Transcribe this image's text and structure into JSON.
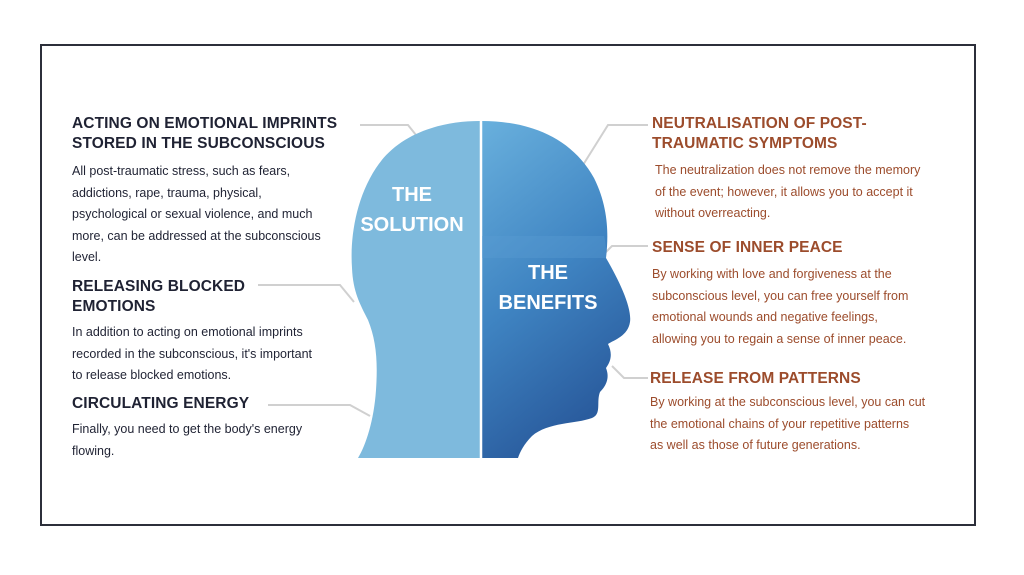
{
  "left": {
    "head_label_line1": "THE",
    "head_label_line2": "SOLUTION",
    "items": [
      {
        "title_line1": "ACTING ON EMOTIONAL IMPRINTS",
        "title_line2": "STORED IN THE SUBCONSCIOUS",
        "body_lines": [
          "All post-traumatic stress, such as fears,",
          "addictions, rape, trauma, physical,",
          "psychological or sexual violence, and much",
          "more, can be addressed at the subconscious",
          "level."
        ]
      },
      {
        "title_line1": "RELEASING BLOCKED",
        "title_line2": "EMOTIONS",
        "body_lines": [
          "In addition to acting on emotional imprints",
          "recorded in the subconscious, it's important",
          "to release blocked emotions."
        ]
      },
      {
        "title_line1": "CIRCULATING ENERGY",
        "body_lines": [
          "Finally, you need to get the body's energy",
          "flowing."
        ]
      }
    ]
  },
  "right": {
    "head_label_line1": "THE",
    "head_label_line2": "BENEFITS",
    "items": [
      {
        "title_line1": "NEUTRALISATION OF POST-",
        "title_line2": "TRAUMATIC SYMPTOMS",
        "body_lines": [
          "The neutralization does not remove the memory",
          "of the event; however, it allows you to accept it",
          "without overreacting."
        ]
      },
      {
        "title_line1": "SENSE OF INNER PEACE",
        "body_lines": [
          "By working with love and forgiveness at the",
          "subconscious level, you can free yourself from",
          "emotional wounds and negative feelings,",
          "allowing you to regain a sense of inner peace."
        ]
      },
      {
        "title_line1": "RELEASE FROM PATTERNS",
        "body_lines": [
          "By working at the subconscious level, you can cut",
          "the emotional chains of your repetitive patterns",
          "as well as those of future generations."
        ]
      }
    ]
  },
  "colors": {
    "left_head": "#7db8dc",
    "right_head_light": "#5fa6d6",
    "right_head_dark": "#2d63a6",
    "title_dark": "#1f2233",
    "title_brown": "#9c4c2c",
    "connector": "#d0d0d0"
  }
}
